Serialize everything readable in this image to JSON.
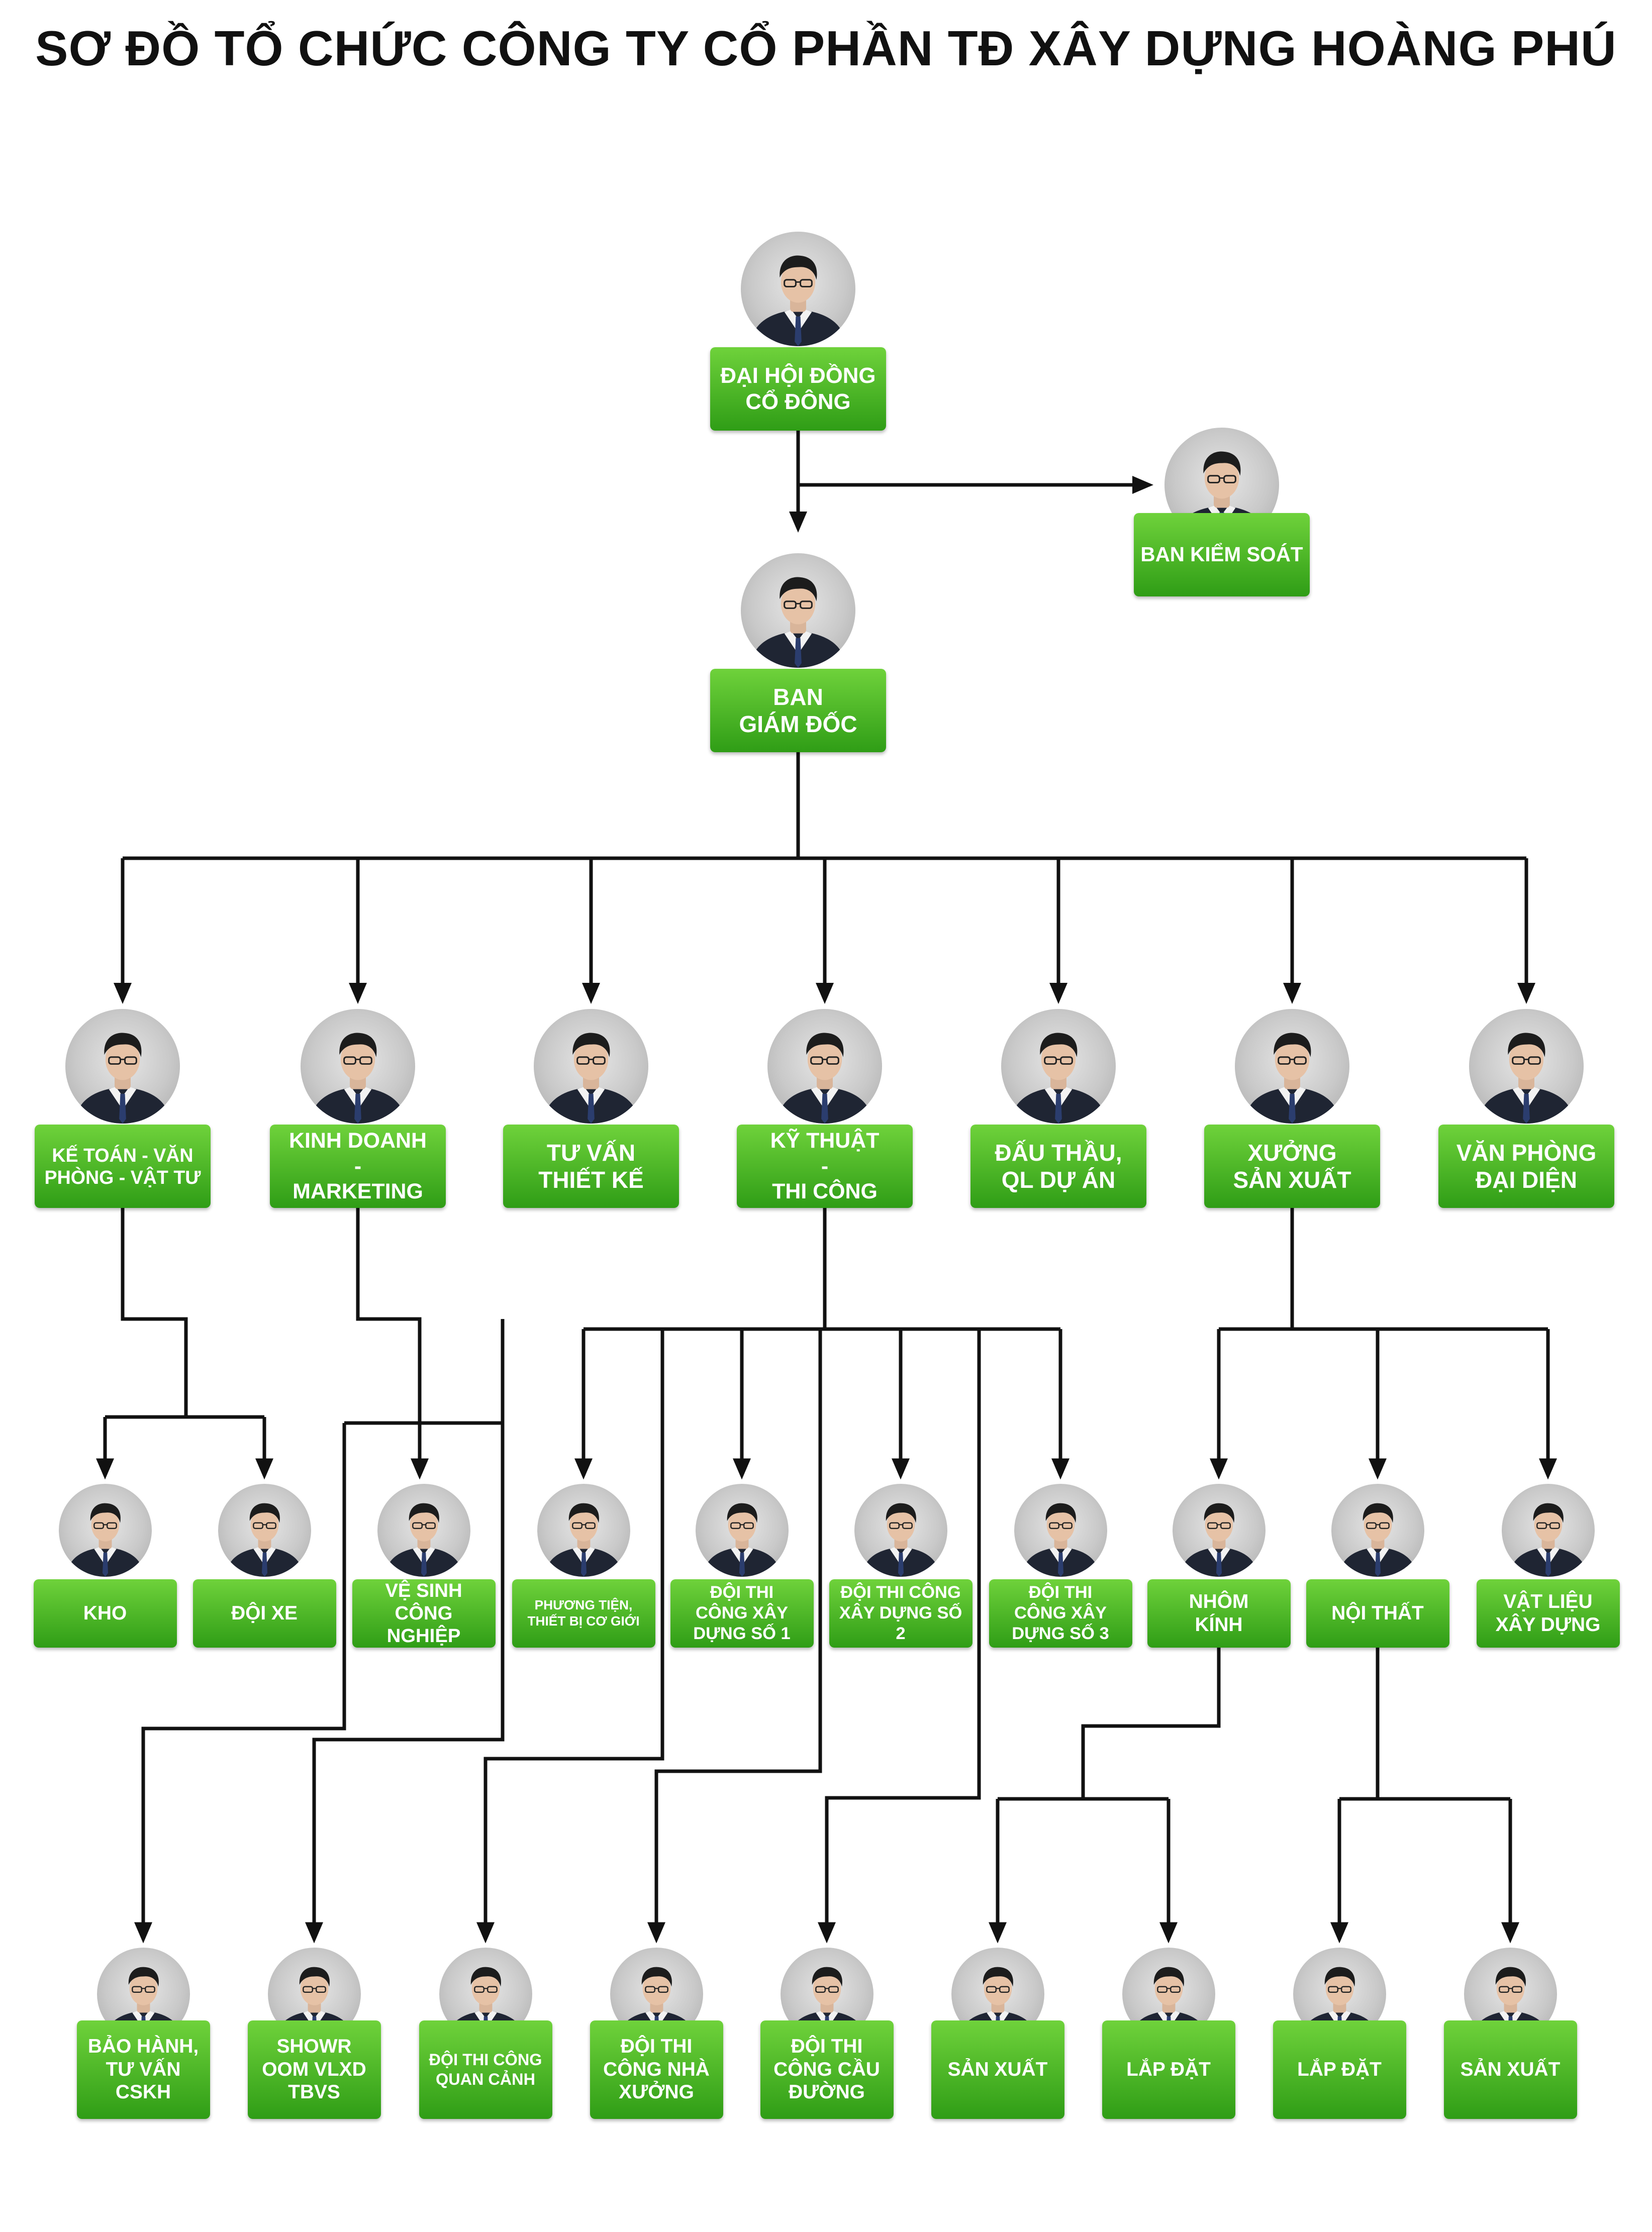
{
  "title": "SƠ ĐỒ TỔ CHỨC CÔNG TY CỔ PHẦN TĐ XÂY DỰNG HOÀNG PHÚ",
  "colors": {
    "box": "#3fae1f",
    "box_light": "#6fd23b",
    "line": "#111111",
    "text": "#ffffff"
  },
  "icons": {
    "avatar": "person-portrait-icon",
    "arrow": "arrow-head-icon"
  },
  "nodes": [
    {
      "id": "dai-hoi-dong-co-dong",
      "label": "ĐẠI HỘI ĐỒNG\nCỔ ĐÔNG"
    },
    {
      "id": "ban-kiem-soat",
      "label": "BAN KIỂM SOÁT"
    },
    {
      "id": "ban-giam-doc",
      "label": "BAN\nGIÁM ĐỐC"
    },
    {
      "id": "ke-toan",
      "label": "KẾ TOÁN - VĂN\nPHÒNG - VẬT TƯ"
    },
    {
      "id": "kinh-doanh",
      "label": "KINH DOANH\n-\nMARKETING"
    },
    {
      "id": "tu-van",
      "label": "TƯ VẤN\nTHIẾT KẾ"
    },
    {
      "id": "ky-thuat",
      "label": "KỸ THUẬT\n-\nTHI CÔNG"
    },
    {
      "id": "dau-thau",
      "label": "ĐẤU THẦU,\nQL DỰ ÁN"
    },
    {
      "id": "xuong",
      "label": "XƯỞNG\nSẢN XUẤT"
    },
    {
      "id": "van-phong",
      "label": "VĂN PHÒNG\nĐẠI DIỆN"
    },
    {
      "id": "kho",
      "label": "KHO"
    },
    {
      "id": "doi-xe",
      "label": "ĐỘI XE"
    },
    {
      "id": "ve-sinh",
      "label": "VỆ SINH\nCÔNG NGHIỆP"
    },
    {
      "id": "phuong-tien",
      "label": "PHƯƠNG TIỆN,\nTHIẾT BỊ CƠ GIỚI"
    },
    {
      "id": "doi-1",
      "label": "ĐỘI THI\nCÔNG XÂY\nDỰNG SỐ 1"
    },
    {
      "id": "doi-2",
      "label": "ĐỘI THI CÔNG\nXÂY DỰNG SỐ\n2"
    },
    {
      "id": "doi-3",
      "label": "ĐỘI THI\nCÔNG XÂY\nDỰNG SỐ 3"
    },
    {
      "id": "nhom-kinh",
      "label": "NHÔM\nKÍNH"
    },
    {
      "id": "noi-that",
      "label": "NỘI THẤT"
    },
    {
      "id": "vat-lieu",
      "label": "VẬT LIỆU\nXÂY DỰNG"
    },
    {
      "id": "bao-hanh",
      "label": "BẢO HÀNH,\nTƯ VẤN\nCSKH"
    },
    {
      "id": "showroom",
      "label": "SHOWR\nOOM VLXD\nTBVS"
    },
    {
      "id": "doi-quan-canh",
      "label": "ĐỘI THI CÔNG\nQUAN CẢNH"
    },
    {
      "id": "doi-nha-xuong",
      "label": "ĐỘI THI\nCÔNG NHÀ\nXƯỞNG"
    },
    {
      "id": "doi-cau-duong",
      "label": "ĐỘI THI\nCÔNG CẦU\nĐƯỜNG"
    },
    {
      "id": "san-xuat-1",
      "label": "SẢN XUẤT"
    },
    {
      "id": "lap-dat-1",
      "label": "LẮP ĐẶT"
    },
    {
      "id": "lap-dat-2",
      "label": "LẮP ĐẶT"
    },
    {
      "id": "san-xuat-2",
      "label": "SẢN XUẤT"
    }
  ]
}
